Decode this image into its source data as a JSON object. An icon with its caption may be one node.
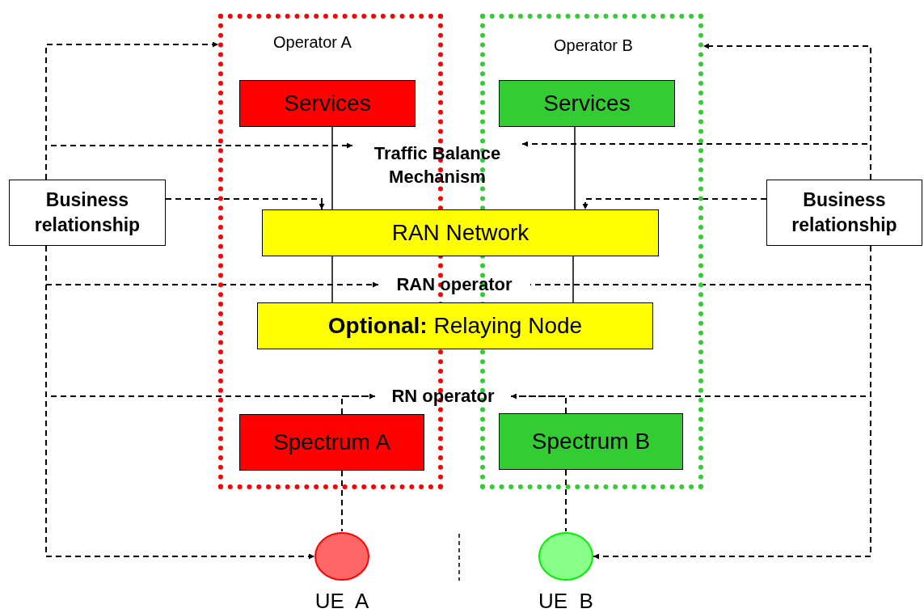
{
  "diagram": {
    "nodes": [
      {
        "text": [
          "Operator A"
        ]
      },
      {
        "text": [
          "Services"
        ],
        "in": 0
      },
      {
        "text": [
          "Spectrum A"
        ],
        "in": 0
      },
      {
        "text": [
          "Operator B"
        ]
      },
      {
        "text": [
          "Services"
        ],
        "in": 3
      },
      {
        "text": [
          "Spectrum B"
        ],
        "in": 3
      },
      {
        "text": [
          "RAN Network"
        ]
      },
      {
        "text": [
          "**Optional:** Relaying Node"
        ]
      },
      {
        "text": [
          "Traffic Balance Mechanism"
        ]
      },
      {
        "text": [
          "RAN operator"
        ]
      },
      {
        "text": [
          "RN operator"
        ]
      },
      {
        "text": [
          "Business relationship"
        ]
      },
      {
        "text": [
          "Business relationship"
        ]
      },
      {
        "text": [
          "UE  A"
        ]
      },
      {
        "text": [
          "UE  B"
        ]
      }
    ],
    "edges": [
      {
        "from": 1,
        "to": 6,
        "arrow": "none"
      },
      {
        "from": 4,
        "to": 6,
        "arrow": "none"
      },
      {
        "from": 6,
        "to": 7,
        "arrow": "none"
      },
      {
        "from": 6,
        "to": 7,
        "arrow": "none"
      },
      {
        "from": 2,
        "to": 10,
        "arrow": "none",
        "style": "dashed"
      },
      {
        "from": 5,
        "to": 10,
        "arrow": "none",
        "style": "dashed"
      },
      {
        "from": 2,
        "to": 13,
        "arrow": "none",
        "style": "dashed"
      },
      {
        "from": 5,
        "to": 14,
        "arrow": "none",
        "style": "dashed"
      },
      {
        "from": 11,
        "to": 0,
        "arrow": "to",
        "style": "dashed"
      },
      {
        "from": 11,
        "to": 8,
        "arrow": "to",
        "style": "dashed"
      },
      {
        "from": 11,
        "to": 6,
        "arrow": "to",
        "style": "dashed"
      },
      {
        "from": 11,
        "to": 9,
        "arrow": "to",
        "style": "dashed"
      },
      {
        "from": 11,
        "to": 10,
        "arrow": "to",
        "style": "dashed"
      },
      {
        "from": 11,
        "to": 13,
        "arrow": "to",
        "style": "dashed"
      },
      {
        "from": 12,
        "to": 3,
        "arrow": "to",
        "style": "dashed"
      },
      {
        "from": 12,
        "to": 8,
        "arrow": "to",
        "style": "dashed"
      },
      {
        "from": 12,
        "to": 6,
        "arrow": "to",
        "style": "dashed"
      },
      {
        "from": 12,
        "to": 9,
        "arrow": "none",
        "style": "dashed"
      },
      {
        "from": 12,
        "to": 10,
        "arrow": "to",
        "style": "dashed"
      },
      {
        "from": 12,
        "to": 14,
        "arrow": "to",
        "style": "dashed"
      }
    ]
  }
}
